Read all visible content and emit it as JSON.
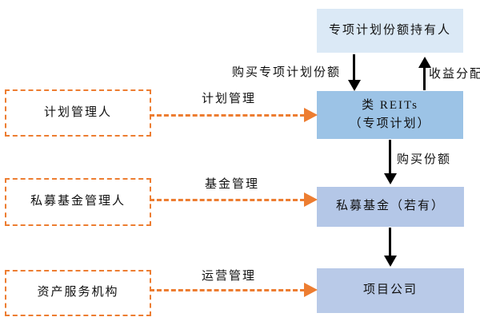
{
  "diagram": {
    "right_column": {
      "holder_box": "专项计划份额持有人",
      "reits_box_line1": "类 REITs",
      "reits_box_line2": "（专项计划）",
      "fund_box": "私募基金（若有）",
      "company_box": "项目公司"
    },
    "left_column": {
      "plan_manager": "计划管理人",
      "fund_manager": "私募基金管理人",
      "asset_service": "资产服务机构"
    },
    "arrow_labels": {
      "buy_plan_shares": "购买专项计划份额",
      "income_distribution": "收益分配",
      "buy_shares": "购买份额",
      "plan_management": "计划管理",
      "fund_management": "基金管理",
      "operation_management": "运营管理"
    },
    "colors": {
      "holder_fill": "#dbe9f6",
      "reits_fill": "#9cc3e6",
      "fund_fill": "#b4c7e7",
      "company_fill": "#b9cae8",
      "dashed_orange": "#ed7d31",
      "arrow_black": "#000000"
    }
  }
}
